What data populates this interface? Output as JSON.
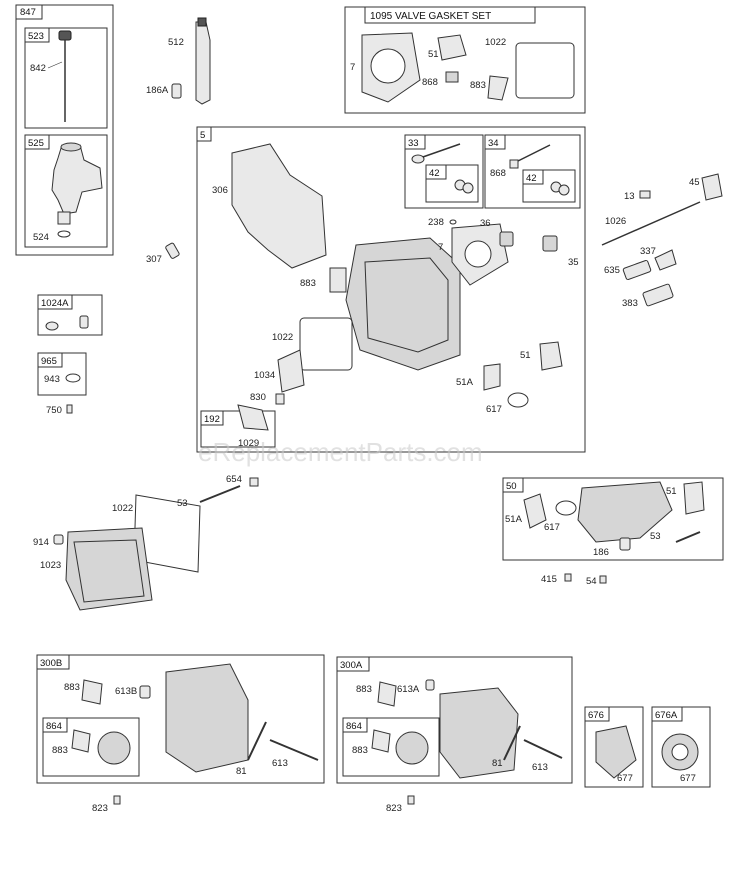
{
  "watermark": "eReplacementParts.com",
  "groups": {
    "g847": "847",
    "g523": "523",
    "g525": "525",
    "g1095": "1095 VALVE GASKET SET",
    "g5": "5",
    "g33": "33",
    "g34": "34",
    "g42a": "42",
    "g42b": "42",
    "g1024A": "1024A",
    "g965": "965",
    "g192": "192",
    "g50": "50",
    "g300B": "300B",
    "g864a": "864",
    "g300A": "300A",
    "g864b": "864",
    "g676": "676",
    "g676A": "676A"
  },
  "parts": {
    "p842": "842",
    "p524": "524",
    "p512": "512",
    "p186A": "186A",
    "p307": "307",
    "p7a": "7",
    "p51a": "51",
    "p868a": "868",
    "p883a": "883",
    "p1022a": "1022",
    "p306": "306",
    "p883b": "883",
    "p1022b": "1022",
    "p1034": "1034",
    "p830": "830",
    "p1029": "1029",
    "p238": "238",
    "p36": "36",
    "p7b": "7",
    "p35": "35",
    "p868b": "868",
    "p51b": "51",
    "p51Aa": "51A",
    "p617a": "617",
    "p13": "13",
    "p45": "45",
    "p1026": "1026",
    "p337": "337",
    "p635": "635",
    "p383": "383",
    "p943": "943",
    "p750": "750",
    "p53a": "53",
    "p654": "654",
    "p1022c": "1022",
    "p914": "914",
    "p1023": "1023",
    "p51Ab": "51A",
    "p617b": "617",
    "p51c": "51",
    "p186": "186",
    "p53b": "53",
    "p415": "415",
    "p54": "54",
    "p883c": "883",
    "p613Ba": "613B",
    "p883d": "883",
    "p81a": "81",
    "p613a": "613",
    "p823a": "823",
    "p883e": "883",
    "p613Aa": "613A",
    "p883f": "883",
    "p81b": "81",
    "p613b": "613",
    "p823b": "823",
    "p677a": "677",
    "p677b": "677"
  }
}
